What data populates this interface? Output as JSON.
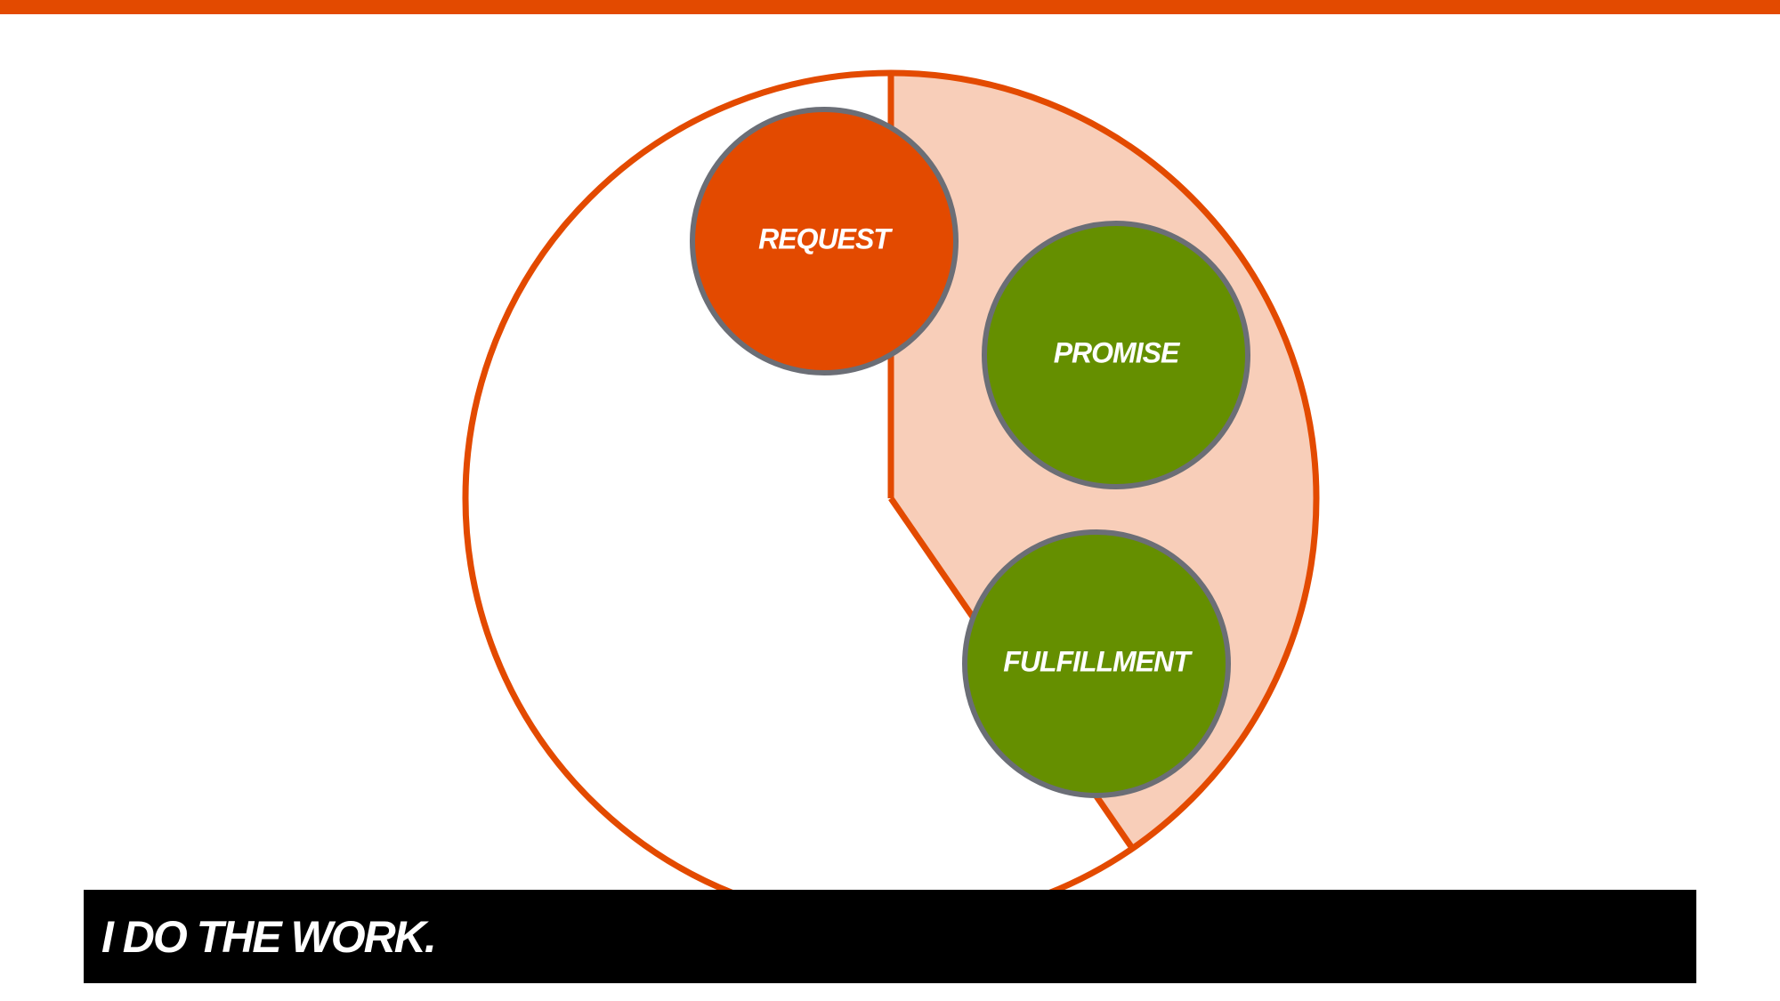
{
  "colors": {
    "accent": "#E34A00",
    "accent_light": "#F8CEB9",
    "green": "#658F00",
    "node_border": "#6B6E76",
    "caption_bg": "#000000",
    "text_light": "#FFFFFF",
    "background": "#FFFFFF"
  },
  "diagram": {
    "nodes": [
      {
        "label": "REQUEST",
        "color": "#E34A00"
      },
      {
        "label": "PROMISE",
        "color": "#658F00"
      },
      {
        "label": "FULFILLMENT",
        "color": "#658F00"
      }
    ]
  },
  "caption": {
    "text": "I DO THE WORK."
  }
}
